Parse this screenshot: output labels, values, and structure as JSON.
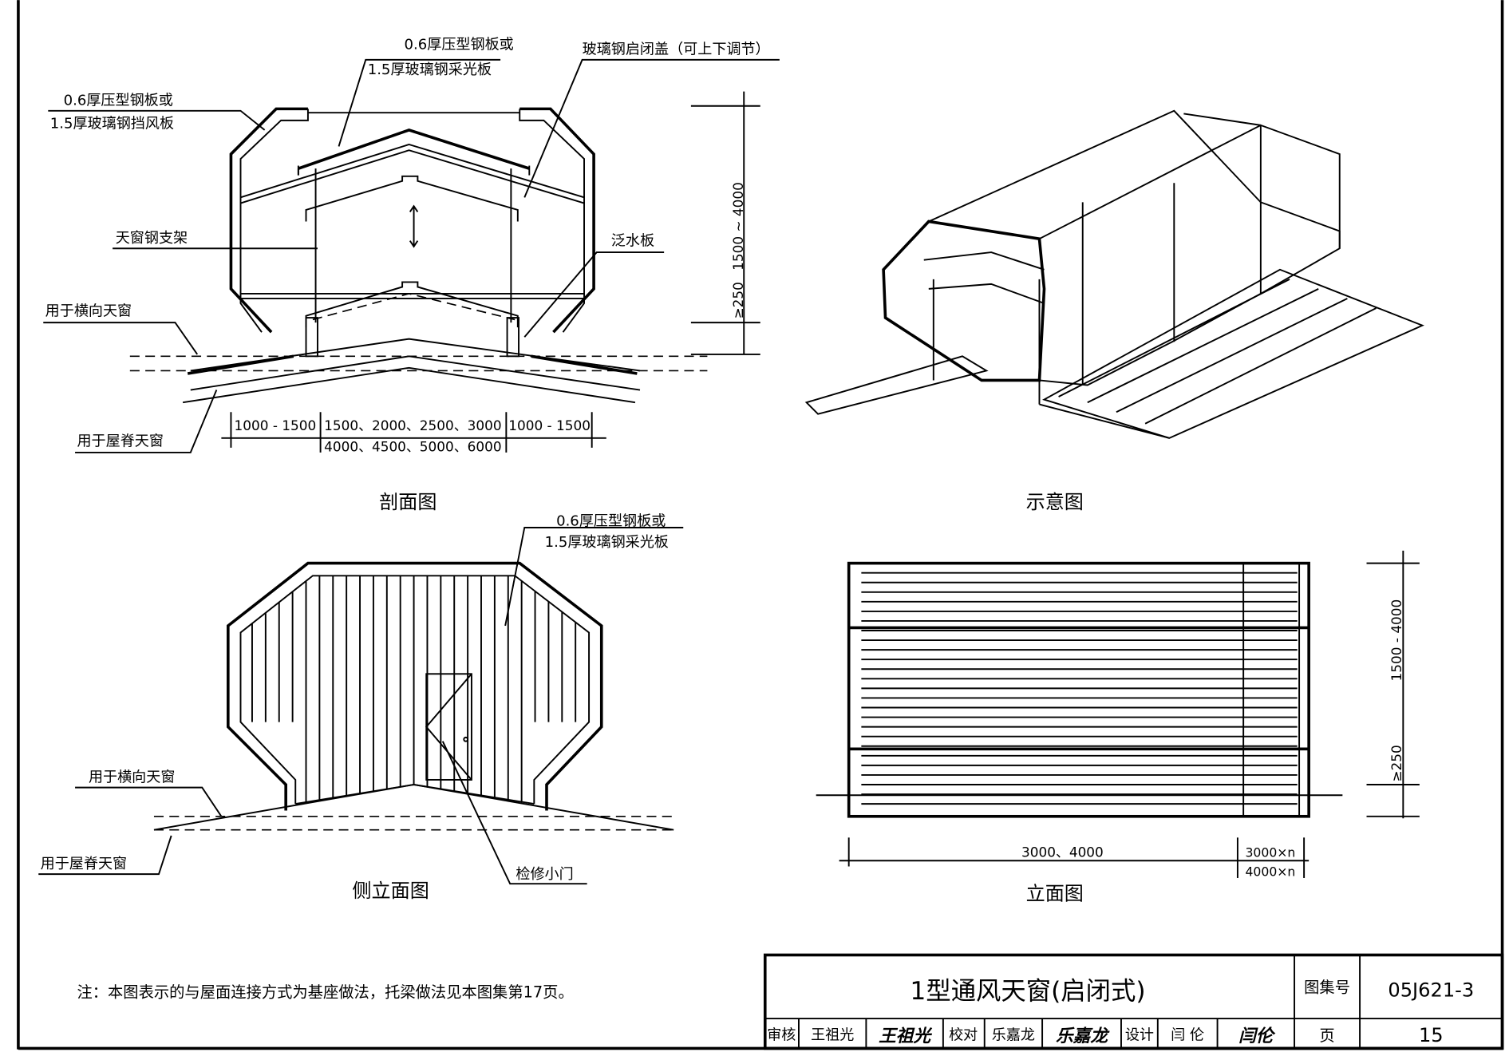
{
  "section": {
    "title": "剖面图",
    "label_top_1": "0.6厚压型钢板或",
    "label_top_2": "1.5厚玻璃钢采光板",
    "label_left_1": "0.6厚压型钢板或",
    "label_left_2": "1.5厚玻璃钢挡风板",
    "label_cover": "玻璃钢启闭盖（可上下调节）",
    "label_frame": "天窗钢支架",
    "label_flashing": "泛水板",
    "label_transverse": "用于横向天窗",
    "label_ridge": "用于屋脊天窗",
    "dim_height": "1500 ~ 4000",
    "dim_base": "≥250",
    "dim_side_left": "1000 - 1500",
    "dim_middle_1": "1500、2000、2500、3000",
    "dim_middle_2": "4000、4500、5000、6000",
    "dim_side_right": "1000 - 1500"
  },
  "perspective": {
    "title": "示意图"
  },
  "side_elevation": {
    "title": "侧立面图",
    "label_panel_1": "0.6厚压型钢板或",
    "label_panel_2": "1.5厚玻璃钢采光板",
    "label_transverse": "用于横向天窗",
    "label_ridge": "用于屋脊天窗",
    "label_door": "检修小门"
  },
  "elevation": {
    "title": "立面图",
    "dim_height": "1500 - 4000",
    "dim_base": "≥250",
    "dim_width": "3000、4000",
    "dim_n1": "3000×n",
    "dim_n2": "4000×n"
  },
  "note": "注：本图表示的与屋面连接方式为基座做法，托梁做法见本图集第17页。",
  "title_block": {
    "title": "1型通风天窗(启闭式)",
    "atlas_label": "图集号",
    "atlas_no": "05J621-3",
    "review_label": "审核",
    "reviewer": "王祖光",
    "reviewer_sig": "王祖光",
    "check_label": "校对",
    "checker": "乐嘉龙",
    "checker_sig": "乐嘉龙",
    "design_label": "设计",
    "designer": "闫 伦",
    "designer_sig": "闫伦",
    "page_label": "页",
    "page_no": "15"
  }
}
